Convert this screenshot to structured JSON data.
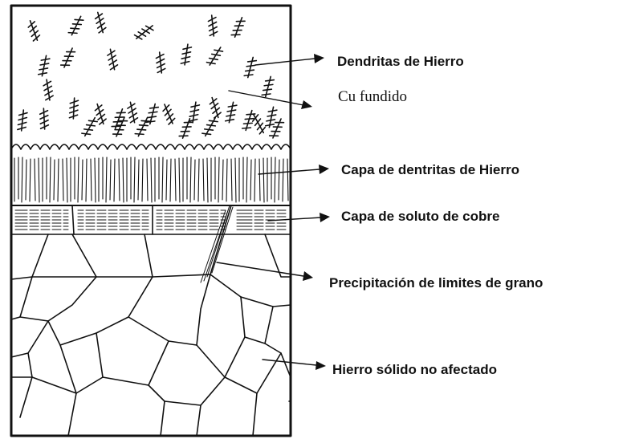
{
  "labels": {
    "dendritas": "Dendritas de Hierro",
    "cu_fundido": "Cu fundido",
    "capa_dendritas": "Capa de dentritas de Hierro",
    "capa_soluto": "Capa de soluto de cobre",
    "precipitacion": "Precipitación de limites de grano",
    "hierro_solido": "Hierro sólido no afectado"
  },
  "colors": {
    "ink": "#111111",
    "background": "#ffffff"
  }
}
